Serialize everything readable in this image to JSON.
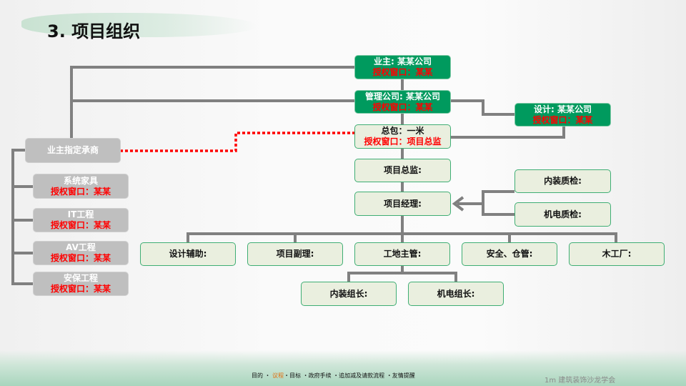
{
  "title": "3. 项目组织",
  "nodes": {
    "owner": {
      "name": "业主: 某某公司",
      "contact": "授权窗口：某某"
    },
    "mgmt": {
      "name": "管理公司: 某某公司",
      "contact": "授权窗口：某某"
    },
    "design": {
      "name": "设计: 某某公司",
      "contact": "授权窗口：某某"
    },
    "gc": {
      "name": "总包：一米",
      "contact": "授权窗口：项目总监"
    },
    "designated": {
      "name": "业主指定承商"
    },
    "furniture": {
      "name": "系统家具",
      "contact": "授权窗口：某某"
    },
    "it": {
      "name": "IT工程",
      "contact": "授权窗口：某某"
    },
    "av": {
      "name": "AV工程",
      "contact": "授权窗口：某某"
    },
    "security": {
      "name": "安保工程",
      "contact": "授权窗口：某某"
    },
    "director": {
      "name": "项目总监:"
    },
    "pm": {
      "name": "项目经理:"
    },
    "interior_qc": {
      "name": "内装质检:"
    },
    "mep_qc": {
      "name": "机电质检:"
    },
    "design_assist": {
      "name": "设计辅助:"
    },
    "deputy_pm": {
      "name": "项目副理:"
    },
    "site_mgr": {
      "name": "工地主管:"
    },
    "safety": {
      "name": "安全、仓管:"
    },
    "carpentry": {
      "name": "木工厂:"
    },
    "interior_lead": {
      "name": "内装组长:"
    },
    "mep_lead": {
      "name": "机电组长:"
    }
  },
  "footer": {
    "items": [
      "目的 ・",
      "议程",
      "・目标 ・政府手续 ・追加减及请款流程 ・友情提醒"
    ],
    "brand": "1m 建筑装饰沙龙学会"
  }
}
